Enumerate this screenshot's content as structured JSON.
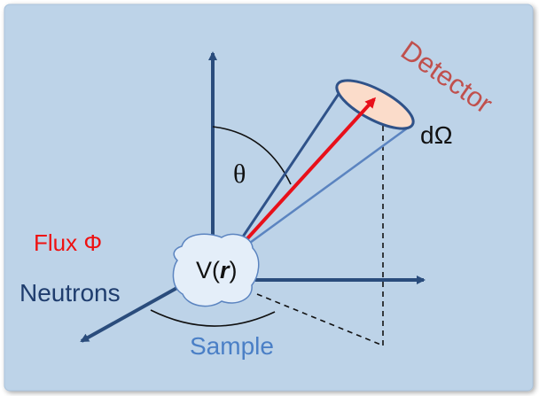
{
  "labels": {
    "detector": "Detector",
    "solid_angle": "dΩ",
    "theta": "θ",
    "flux": "Flux Φ",
    "neutrons": "Neutrons",
    "potential_prefix": "V(",
    "potential_var": "r",
    "potential_suffix": ")",
    "sample": "Sample"
  },
  "colors": {
    "background": "#bdd3e8",
    "axis": "#2a4c7c",
    "cone_line_dark": "#2f5289",
    "cone_line_light": "#5b84c0",
    "scattered_arrow": "#e8101a",
    "detector_fill": "#fbdcca",
    "detector_label": "#c0504d",
    "flux_label": "#ee1111",
    "neutrons_label": "#1f3d6e",
    "sample_label": "#4a7fc6",
    "sample_fill": "#e4eef9",
    "sample_edge": "#5b84c0"
  }
}
